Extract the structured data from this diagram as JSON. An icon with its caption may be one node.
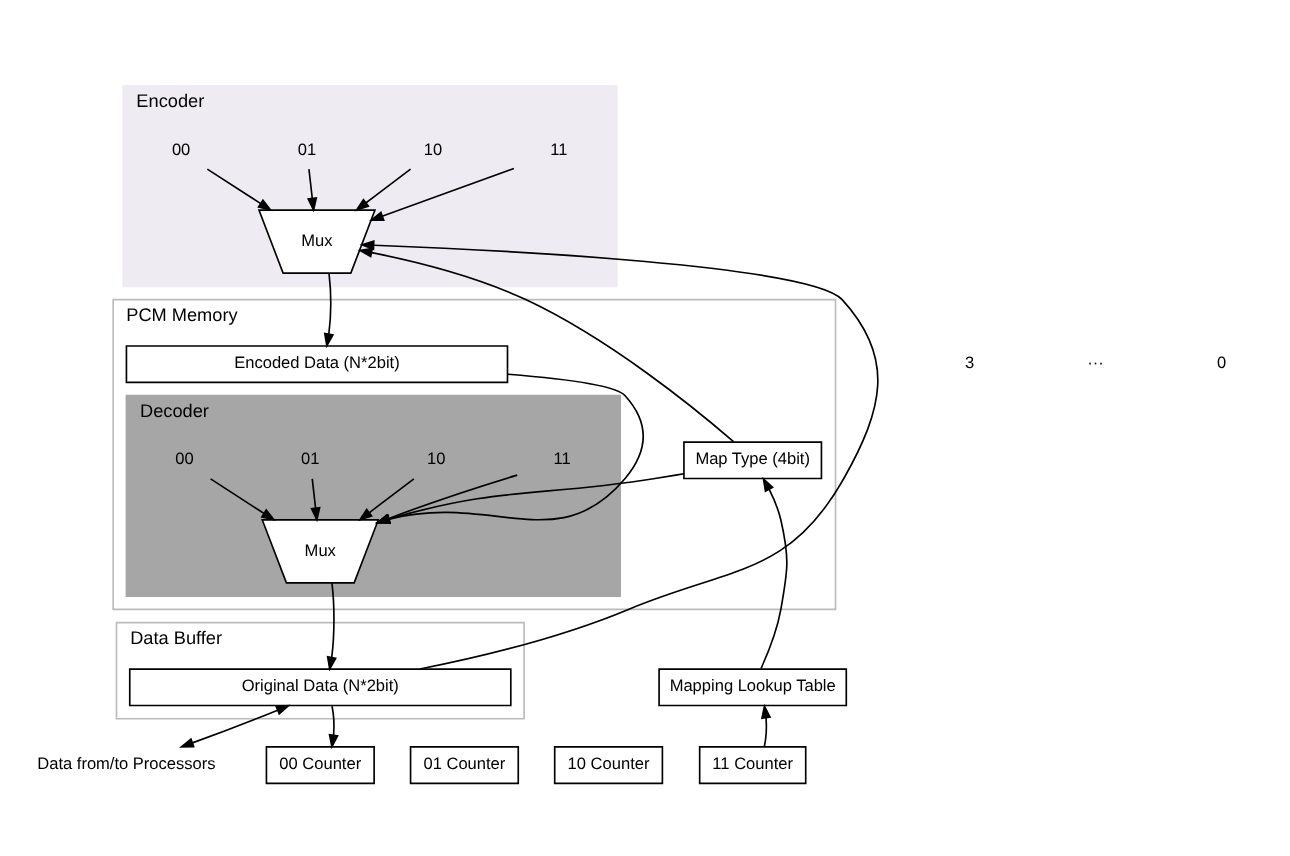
{
  "diagram": {
    "nodes": [
      {
        "text": [
          "Encoder"
        ]
      },
      {
        "text": [
          "00"
        ],
        "in": 0
      },
      {
        "text": [
          "01"
        ],
        "in": 0
      },
      {
        "text": [
          "10"
        ],
        "in": 0
      },
      {
        "text": [
          "11"
        ],
        "in": 0
      },
      {
        "text": [
          "Mux"
        ],
        "in": 0
      },
      {
        "text": [
          "PCM Memory"
        ]
      },
      {
        "text": [
          "Encoded Data (N*2bit)"
        ],
        "in": 6
      },
      {
        "text": [
          "Map Type (4bit)"
        ],
        "in": 6
      },
      {
        "text": [
          "Decoder"
        ],
        "in": 6
      },
      {
        "text": [
          "00"
        ],
        "in": 9
      },
      {
        "text": [
          "01"
        ],
        "in": 9
      },
      {
        "text": [
          "10"
        ],
        "in": 9
      },
      {
        "text": [
          "11"
        ],
        "in": 9
      },
      {
        "text": [
          "Mux"
        ],
        "in": 9
      },
      {
        "text": [
          "Data Buffer"
        ]
      },
      {
        "text": [
          "Original Data (N*2bit)"
        ],
        "in": 15
      },
      {
        "text": [
          "Data from/to Processors"
        ]
      },
      {
        "text": [
          "Mapping Lookup Table"
        ]
      },
      {
        "text": [
          "00 Counter"
        ]
      },
      {
        "text": [
          "01 Counter"
        ]
      },
      {
        "text": [
          "10 Counter"
        ]
      },
      {
        "text": [
          "11 Counter"
        ]
      }
    ],
    "edges": [
      {
        "from": 1,
        "to": 5,
        "arrow": "to"
      },
      {
        "from": 2,
        "to": 5,
        "arrow": "to"
      },
      {
        "from": 3,
        "to": 5,
        "arrow": "to"
      },
      {
        "from": 4,
        "to": 5,
        "arrow": "to"
      },
      {
        "from": 16,
        "to": 5,
        "arrow": "to"
      },
      {
        "from": 8,
        "to": 5,
        "arrow": "to"
      },
      {
        "from": 5,
        "to": 7,
        "arrow": "to"
      },
      {
        "from": 10,
        "to": 14,
        "arrow": "to"
      },
      {
        "from": 11,
        "to": 14,
        "arrow": "to"
      },
      {
        "from": 12,
        "to": 14,
        "arrow": "to"
      },
      {
        "from": 13,
        "to": 14,
        "arrow": "to"
      },
      {
        "from": 7,
        "to": 14,
        "arrow": "to"
      },
      {
        "from": 8,
        "to": 14,
        "arrow": "to"
      },
      {
        "from": 14,
        "to": 16,
        "arrow": "to"
      },
      {
        "from": 17,
        "to": 16,
        "arrow": "both"
      },
      {
        "from": 16,
        "to": 19,
        "arrow": "to"
      },
      {
        "from": 22,
        "to": 18,
        "arrow": "to"
      },
      {
        "from": 18,
        "to": 8,
        "arrow": "to"
      }
    ],
    "labels": [
      "3",
      "···",
      "0"
    ]
  }
}
